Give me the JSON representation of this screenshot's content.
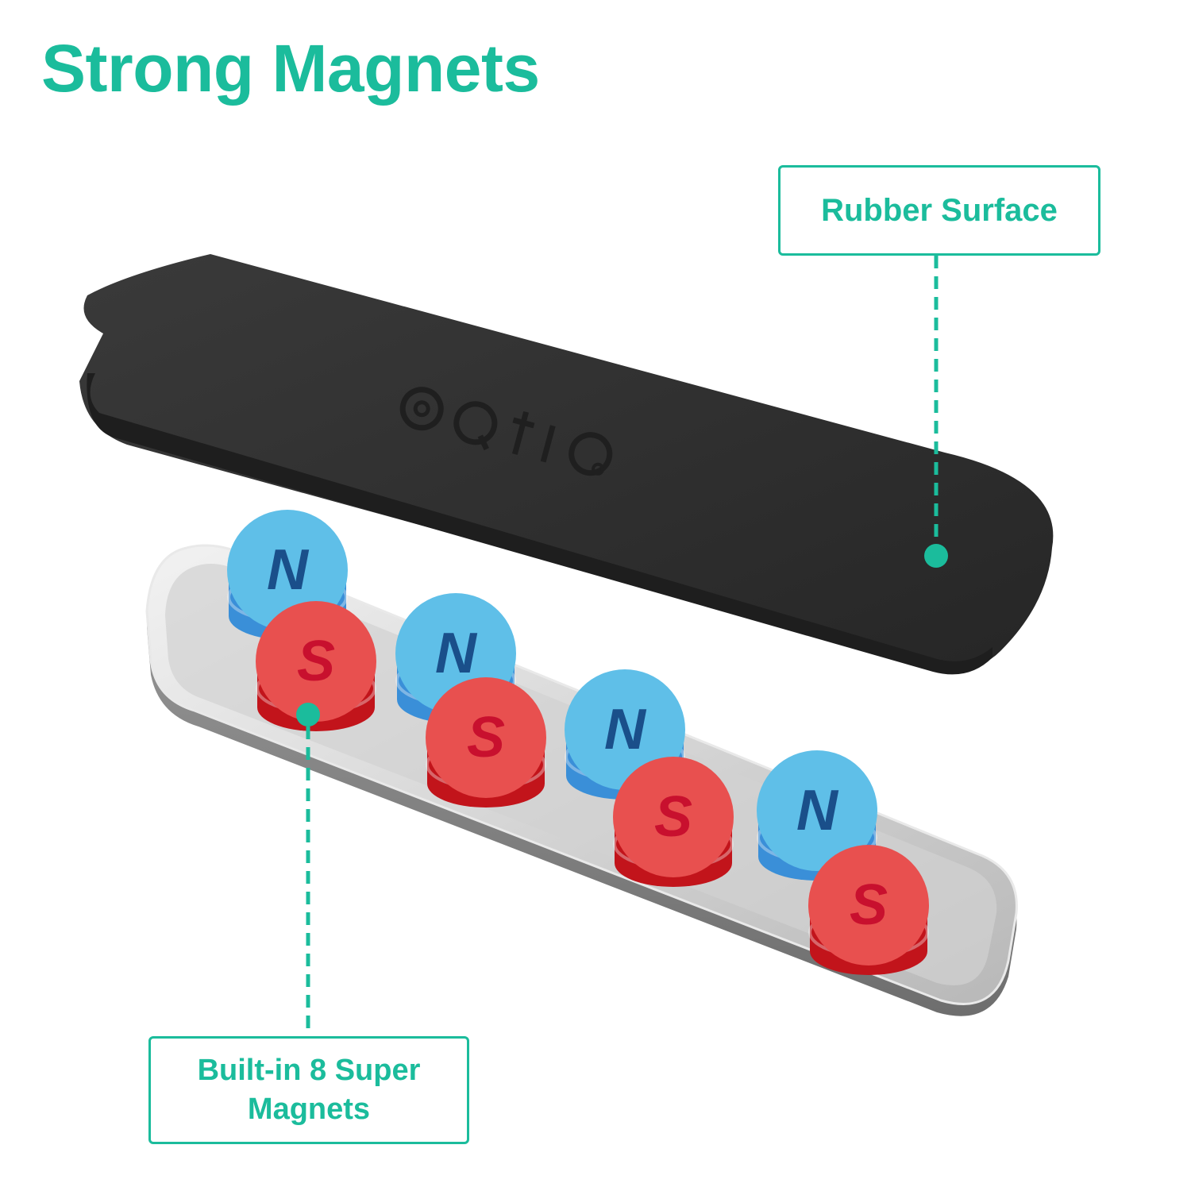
{
  "headline": "Strong Magnets",
  "callouts": {
    "rubber_surface": "Rubber Surface",
    "super_magnets": "Built-in 8 Super Magnets"
  },
  "product": {
    "brand_logo_text": "oqtiq",
    "magnets": [
      {
        "pole": "N",
        "color": "#5fbfe8"
      },
      {
        "pole": "S",
        "color": "#e8504f"
      },
      {
        "pole": "N",
        "color": "#5fbfe8"
      },
      {
        "pole": "S",
        "color": "#e8504f"
      },
      {
        "pole": "N",
        "color": "#5fbfe8"
      },
      {
        "pole": "S",
        "color": "#e8504f"
      },
      {
        "pole": "N",
        "color": "#5fbfe8"
      },
      {
        "pole": "S",
        "color": "#e8504f"
      }
    ]
  },
  "colors": {
    "accent": "#1bbc9c",
    "rubber_pad": "#2f2f2f",
    "metal_plate": "#cfcfcf",
    "north_pole": "#5fbfe8",
    "south_pole": "#e8504f",
    "north_letter": "#1a4f8a",
    "south_letter": "#c8102e"
  }
}
